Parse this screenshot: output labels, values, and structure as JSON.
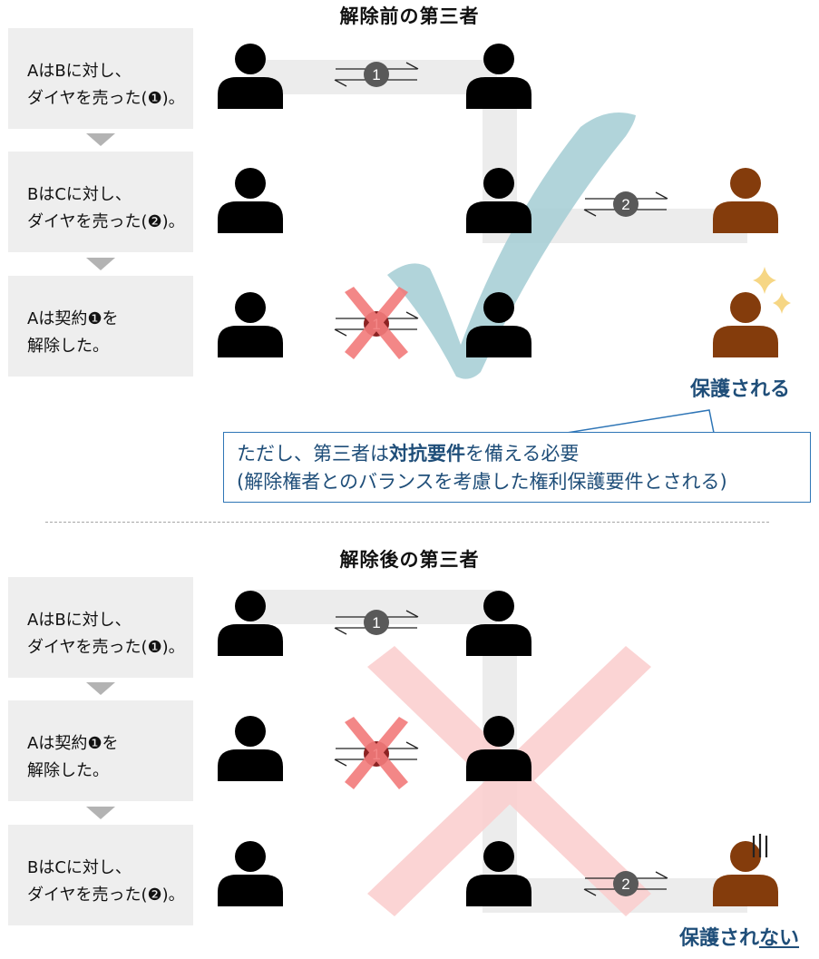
{
  "top": {
    "heading": "解除前の第三者",
    "steps": [
      {
        "line1": "AはBに対し、",
        "line2": "ダイヤを売った(❶)。"
      },
      {
        "line1": "BはCに対し、",
        "line2": "ダイヤを売った(❷)。"
      },
      {
        "line1": "Aは契約❶を",
        "line2": "解除した。"
      }
    ],
    "result": "保護される",
    "callout": {
      "line1_pre": "ただし、第三者は",
      "line1_strong": "対抗要件",
      "line1_post": "を備える必要",
      "line2": "(解除権者とのバランスを考慮した権利保護要件とされる)"
    }
  },
  "bottom": {
    "heading": "解除後の第三者",
    "steps": [
      {
        "line1": "AはBに対し、",
        "line2": "ダイヤを売った(❶)。"
      },
      {
        "line1": "Aは契約❶を",
        "line2": "解除した。"
      },
      {
        "line1": "BはCに対し、",
        "line2": "ダイヤを売った(❷)。"
      }
    ],
    "result_pre": "保護され",
    "result_underlined": "ない"
  },
  "badges": {
    "one": "1",
    "two": "2"
  },
  "icons": {
    "person": "person-icon",
    "sparkle": "sparkle-icon",
    "dismay": "dismay-lines-icon",
    "check": "check-mark-icon",
    "cross": "cross-mark-icon"
  },
  "colors": {
    "person_ab": "#000000",
    "person_c": "#843c0c",
    "badge": "#595959",
    "check": "#a9cfd6",
    "big_cross": "#fbd0d0",
    "small_cross": "#f27b7b",
    "connector": "#ececec",
    "accent_text": "#1f4e79",
    "callout_border": "#2e75b6",
    "sparkle": "#f6d684"
  }
}
